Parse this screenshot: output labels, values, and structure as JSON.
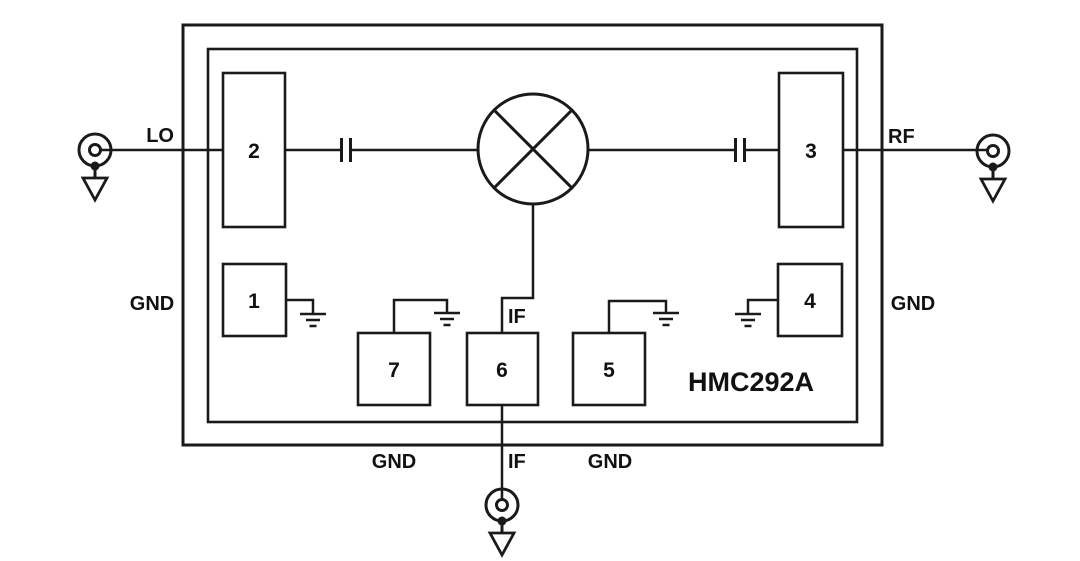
{
  "diagram": {
    "part_number": "HMC292A",
    "labels": {
      "lo": "LO",
      "rf": "RF",
      "if_inner": "IF",
      "if_bottom": "IF",
      "gnd_left": "GND",
      "gnd_right": "GND",
      "gnd_bottom_left": "GND",
      "gnd_bottom_right": "GND"
    },
    "pins": {
      "p1": "1",
      "p2": "2",
      "p3": "3",
      "p4": "4",
      "p5": "5",
      "p6": "6",
      "p7": "7"
    },
    "icons": {
      "mixer": "mixer-circle-x-icon",
      "lo_capacitor": "dc-block-capacitor-icon",
      "rf_capacitor": "dc-block-capacitor-icon",
      "ground": "earth-ground-icon",
      "port_connector": "coax-connector-ground-icon"
    },
    "colors": {
      "line": "#1a1a1a",
      "text": "#111111",
      "background": "#ffffff"
    }
  }
}
